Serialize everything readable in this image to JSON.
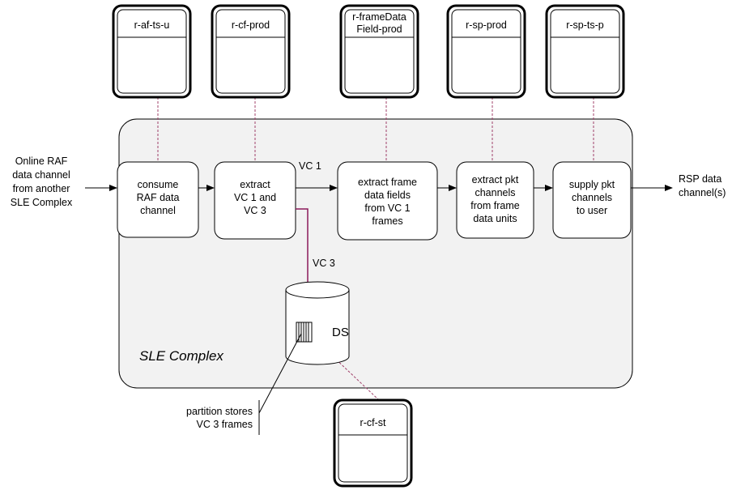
{
  "diagram": {
    "ports": [
      {
        "id": "raf-port",
        "label": [
          "r-af-ts-u"
        ]
      },
      {
        "id": "cf-port",
        "label": [
          "r-cf-prod"
        ]
      },
      {
        "id": "fdf-port",
        "label": [
          "r-frameData",
          "Field-prod"
        ]
      },
      {
        "id": "sp-port",
        "label": [
          "r-sp-prod"
        ]
      },
      {
        "id": "sptsp-port",
        "label": [
          "r-sp-ts-p"
        ]
      },
      {
        "id": "cfst-port",
        "label": [
          "r-cf-st"
        ]
      }
    ],
    "processes": [
      {
        "id": "consume",
        "lines": [
          "consume",
          "RAF data",
          "channel"
        ]
      },
      {
        "id": "extract-vc",
        "lines": [
          "extract",
          "VC 1 and",
          "VC 3"
        ]
      },
      {
        "id": "extract-fdf",
        "lines": [
          "extract frame",
          "data fields",
          "from VC 1",
          "frames"
        ]
      },
      {
        "id": "extract-pkt",
        "lines": [
          "extract pkt",
          "channels",
          "from frame",
          "data units"
        ]
      },
      {
        "id": "supply-pkt",
        "lines": [
          "supply pkt",
          "channels",
          "to user"
        ]
      }
    ],
    "input_label": [
      "Online RAF",
      "data channel",
      "from another",
      "SLE Complex"
    ],
    "output_label": [
      "RSP data",
      "channel(s)"
    ],
    "vc1_label": "VC 1",
    "vc3_label": "VC 3",
    "complex_label": "SLE Complex",
    "datastore_label": "DS",
    "partition_note": [
      "partition stores",
      "VC 3 frames"
    ],
    "colors": {
      "vc3_flow": "#8b1a5b",
      "dashed_link": "#a0406a",
      "stroke": "#000000"
    }
  }
}
